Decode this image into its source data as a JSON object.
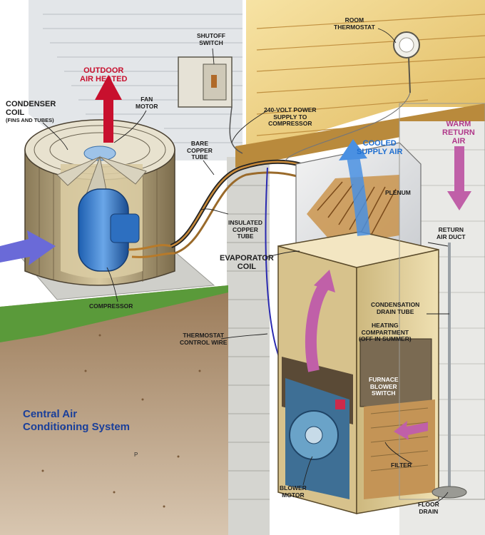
{
  "title": {
    "line1": "Central Air",
    "line2": "Conditioning System"
  },
  "labels": {
    "outdoor_air": [
      "OUTDOOR",
      "AIR HEATED"
    ],
    "condenser_coil": [
      "CONDENSER",
      "COIL"
    ],
    "condenser_note": "(FINS AND TUBES)",
    "fan_motor": [
      "FAN",
      "MOTOR"
    ],
    "shutoff_switch": [
      "SHUTOFF",
      "SWITCH"
    ],
    "room_thermostat": [
      "ROOM",
      "THERMOSTAT"
    ],
    "power_supply": [
      "240-VOLT POWER",
      "SUPPLY TO",
      "COMPRESSOR"
    ],
    "bare_copper": [
      "BARE",
      "COPPER",
      "TUBE"
    ],
    "cooled_air": [
      "COOLED",
      "SUPPLY AIR"
    ],
    "warm_return": [
      "WARM",
      "RETURN",
      "AIR"
    ],
    "plenum": "PLENUM",
    "insulated_copper": [
      "INSULATED",
      "COPPER",
      "TUBE"
    ],
    "evaporator_coil": [
      "EVAPORATOR",
      "COIL"
    ],
    "return_duct": [
      "RETURN",
      "AIR DUCT"
    ],
    "compressor": "COMPRESSOR",
    "condensation": [
      "CONDENSATION",
      "DRAIN TUBE"
    ],
    "heating": [
      "HEATING",
      "COMPARTMENT",
      "(OFF IN SUMMER)"
    ],
    "thermostat_wire": [
      "THERMOSTAT",
      "CONTROL WIRE"
    ],
    "blower_switch": [
      "FURNACE",
      "BLOWER",
      "SWITCH"
    ],
    "filter": "FILTER",
    "blower_motor": [
      "BLOWER",
      "MOTOR"
    ],
    "floor_drain": [
      "FLOOR",
      "DRAIN"
    ]
  },
  "colors": {
    "hot_arrow": "#c8102e",
    "cool_arrow": "#4a90e2",
    "warm_arrow": "#c060a8",
    "intake_arrow": "#6a6ad8",
    "furnace": "#e9d7a3",
    "title": "#1a3f9a"
  }
}
